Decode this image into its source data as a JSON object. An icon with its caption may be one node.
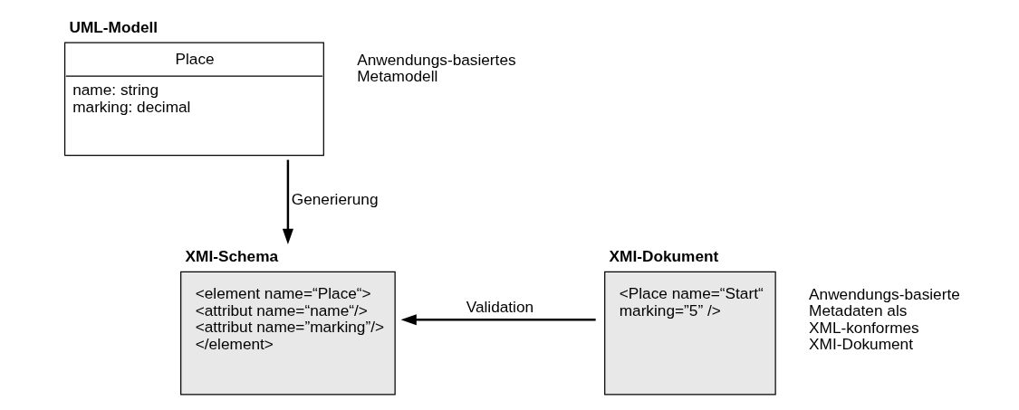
{
  "diagram": {
    "nodes": [
      {
        "text": [
          "UML-Modell",
          "Place",
          "name: string marking: decimal"
        ],
        "beside": [
          "Anwendungs-basiertes Metamodell"
        ]
      },
      {
        "text": [
          "XMI-Schema",
          "<element name=“Place“> <attribut name=“name“/> <attribut name=”marking”/> </element>"
        ]
      },
      {
        "text": [
          "XMI-Dokument",
          "<Place name=“Start“ marking=”5” />"
        ],
        "beside": [
          "Anwendungs-basierte Metadaten als XML-konformes XMI-Dokument"
        ]
      }
    ],
    "edges": [
      {
        "from": 0,
        "to": 1,
        "arrow": "to",
        "label": "Generierung"
      },
      {
        "from": 2,
        "to": 1,
        "arrow": "to",
        "label": "Validation"
      }
    ]
  }
}
